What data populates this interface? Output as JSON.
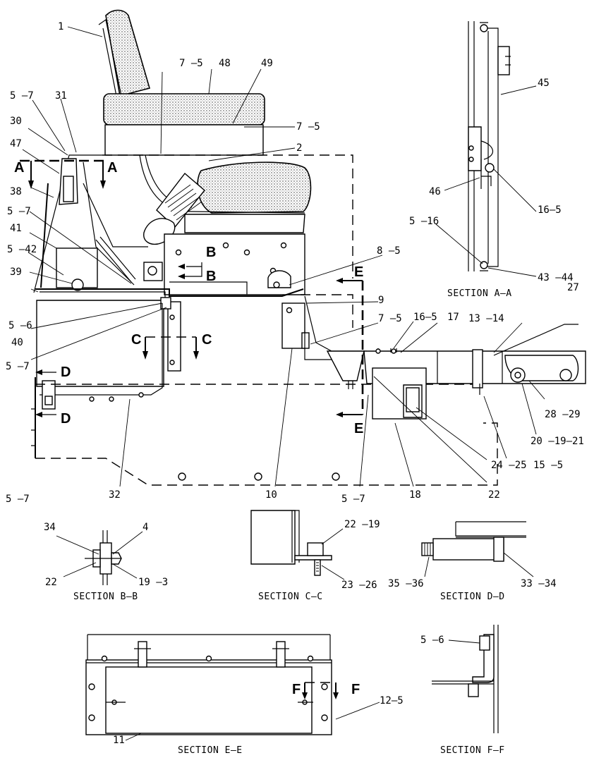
{
  "labels": {
    "l1": "1",
    "l2": "2",
    "l4": "4",
    "l5_7a": "5 –7",
    "l5_7b": "5 –7",
    "l5_7c": "5 –7",
    "l5_7d": "5 –7",
    "l5_7e": "5 –7",
    "l5_42": "5 –42",
    "l5_6a": "5 –6",
    "l5_6b": "5 –6",
    "l5_16": "5 –16",
    "l7_5a": "7 –5",
    "l7_5b": "7 –5",
    "l7_5c": "7 –5",
    "l8_5": "8 –5",
    "l9": "9",
    "l10": "10",
    "l11": "11",
    "l12_5": "12–5",
    "l13_14": "13 –14",
    "l15_5": "15 –5",
    "l16_5a": "16–5",
    "l16_5b": "16–5",
    "l17": "17",
    "l18": "18",
    "l19_3": "19 –3",
    "l20_19_21": "20 –19–21",
    "l22a": "22",
    "l22b": "22",
    "l22_19": "22 –19",
    "l23_26": "23 –26",
    "l24_25": "24 –25",
    "l27": "27",
    "l28_29": "28 –29",
    "l30": "30",
    "l31": "31",
    "l32": "32",
    "l33_34": "33 –34",
    "l34": "34",
    "l35_36": "35 –36",
    "l38": "38",
    "l39": "39",
    "l40": "40",
    "l41": "41",
    "l43_44": "43 –44",
    "l45": "45",
    "l46": "46",
    "l47": "47",
    "l48": "48",
    "l49": "49"
  },
  "section_markers": {
    "a_left": "A",
    "a_right": "A",
    "b_top": "B",
    "b_bottom": "B",
    "c_left": "C",
    "c_right": "C",
    "d_top": "D",
    "d_bottom": "D",
    "e_top": "E",
    "e_bottom": "E",
    "f_left": "F",
    "f_right": "F"
  },
  "captions": {
    "section_aa": "SECTION A–A",
    "section_bb": "SECTION B–B",
    "section_cc": "SECTION C–C",
    "section_dd": "SECTION D–D",
    "section_ee": "SECTION E–E",
    "section_ff": "SECTION F–F"
  }
}
